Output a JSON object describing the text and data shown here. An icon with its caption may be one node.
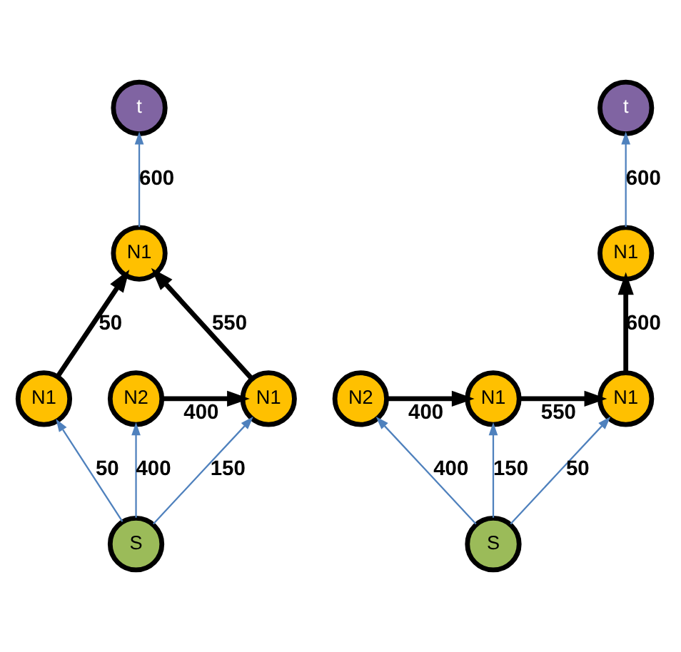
{
  "diagram": {
    "nodes": [
      {
        "text": [
          "t"
        ]
      },
      {
        "text": [
          "N1"
        ]
      },
      {
        "text": [
          "N1"
        ]
      },
      {
        "text": [
          "N2"
        ]
      },
      {
        "text": [
          "N1"
        ]
      },
      {
        "text": [
          "S"
        ]
      },
      {
        "text": [
          "t"
        ]
      },
      {
        "text": [
          "N1"
        ]
      },
      {
        "text": [
          "N1"
        ]
      },
      {
        "text": [
          "N2"
        ]
      },
      {
        "text": [
          "N1"
        ]
      },
      {
        "text": [
          "S"
        ]
      }
    ],
    "edges": [
      {
        "from": 1,
        "to": 0,
        "arrow": "to",
        "label": "600"
      },
      {
        "from": 2,
        "to": 1,
        "arrow": "to",
        "label": "50",
        "style": "thick",
        "color": "#000000"
      },
      {
        "from": 4,
        "to": 1,
        "arrow": "to",
        "label": "550",
        "style": "thick",
        "color": "#000000"
      },
      {
        "from": 3,
        "to": 4,
        "arrow": "to",
        "label": "400",
        "style": "thick",
        "color": "#000000"
      },
      {
        "from": 5,
        "to": 2,
        "arrow": "to",
        "label": "50"
      },
      {
        "from": 5,
        "to": 3,
        "arrow": "to",
        "label": "400"
      },
      {
        "from": 5,
        "to": 4,
        "arrow": "to",
        "label": "150"
      },
      {
        "from": 7,
        "to": 6,
        "arrow": "to",
        "label": "600"
      },
      {
        "from": 8,
        "to": 7,
        "arrow": "to",
        "label": "600",
        "style": "thick",
        "color": "#000000"
      },
      {
        "from": 10,
        "to": 8,
        "arrow": "to",
        "label": "550",
        "style": "thick",
        "color": "#000000"
      },
      {
        "from": 9,
        "to": 10,
        "arrow": "to",
        "label": "400",
        "style": "thick",
        "color": "#000000"
      },
      {
        "from": 11,
        "to": 8,
        "arrow": "to",
        "label": "50"
      },
      {
        "from": 11,
        "to": 9,
        "arrow": "to",
        "label": "400"
      },
      {
        "from": 11,
        "to": 10,
        "arrow": "to",
        "label": "150"
      }
    ]
  }
}
